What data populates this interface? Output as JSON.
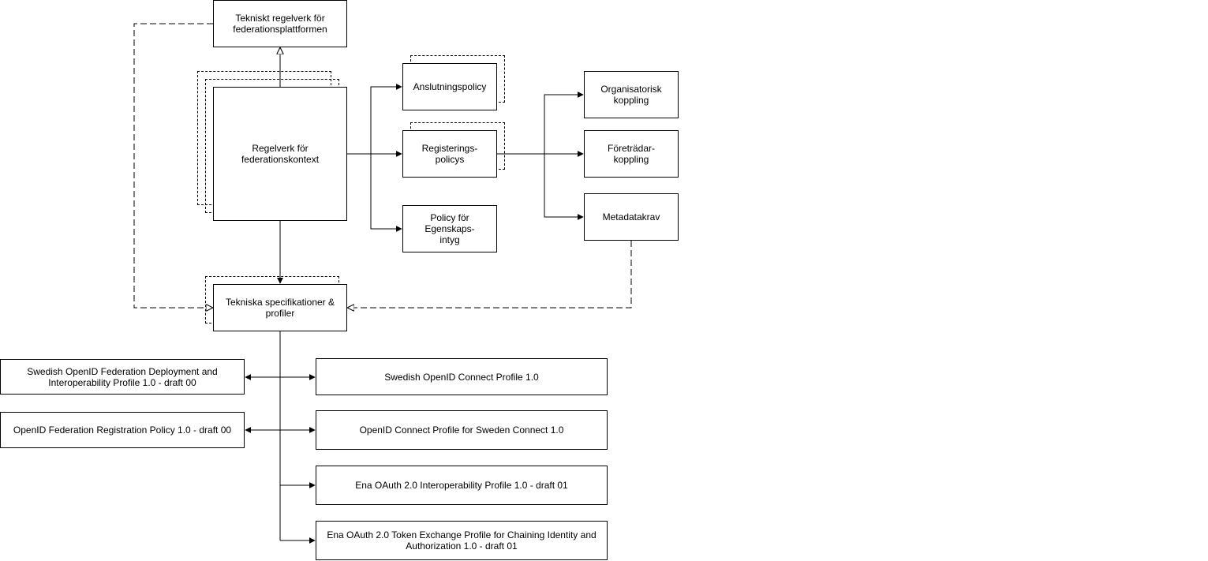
{
  "diagram": {
    "nodes": {
      "teknisktRegelverk": "Tekniskt regelverk för\nfederationsplattformen",
      "regelverkFederationskontext": "Regelverk för\nfederationskontext",
      "anslutningspolicy": "Anslutningspolicy",
      "registreringspolicys": "Registerings-\npolicys",
      "policyEgenskapsintyg": "Policy för\nEgenskaps-\nintyg",
      "organisatoriskKoppling": "Organisatorisk\nkoppling",
      "foretradarkoppling": "Företrädar-\nkoppling",
      "metadatakrav": "Metadatakrav",
      "tekniskaSpecifikationer": "Tekniska specifikationer &\nprofiler",
      "swedishOidFederationDeployment": "Swedish OpenID Federation Deployment and\nInteroperability Profile 1.0 - draft 00",
      "oidFederationRegistrationPolicy": "OpenID Federation Registration Policy 1.0 - draft 00",
      "swedishOidConnectProfile": "Swedish OpenID Connect Profile 1.0",
      "oidConnectProfileSwedenConnect": "OpenID Connect Profile for Sweden Connect 1.0",
      "enaOauthInteroperability": "Ena OAuth 2.0 Interoperability Profile 1.0 - draft 01",
      "enaOauthTokenExchange": "Ena OAuth 2.0 Token Exchange Profile for Chaining Identity and\nAuthorization 1.0 - draft 01"
    },
    "colors": {
      "stroke": "#000000",
      "fill": "#ffffff"
    }
  }
}
